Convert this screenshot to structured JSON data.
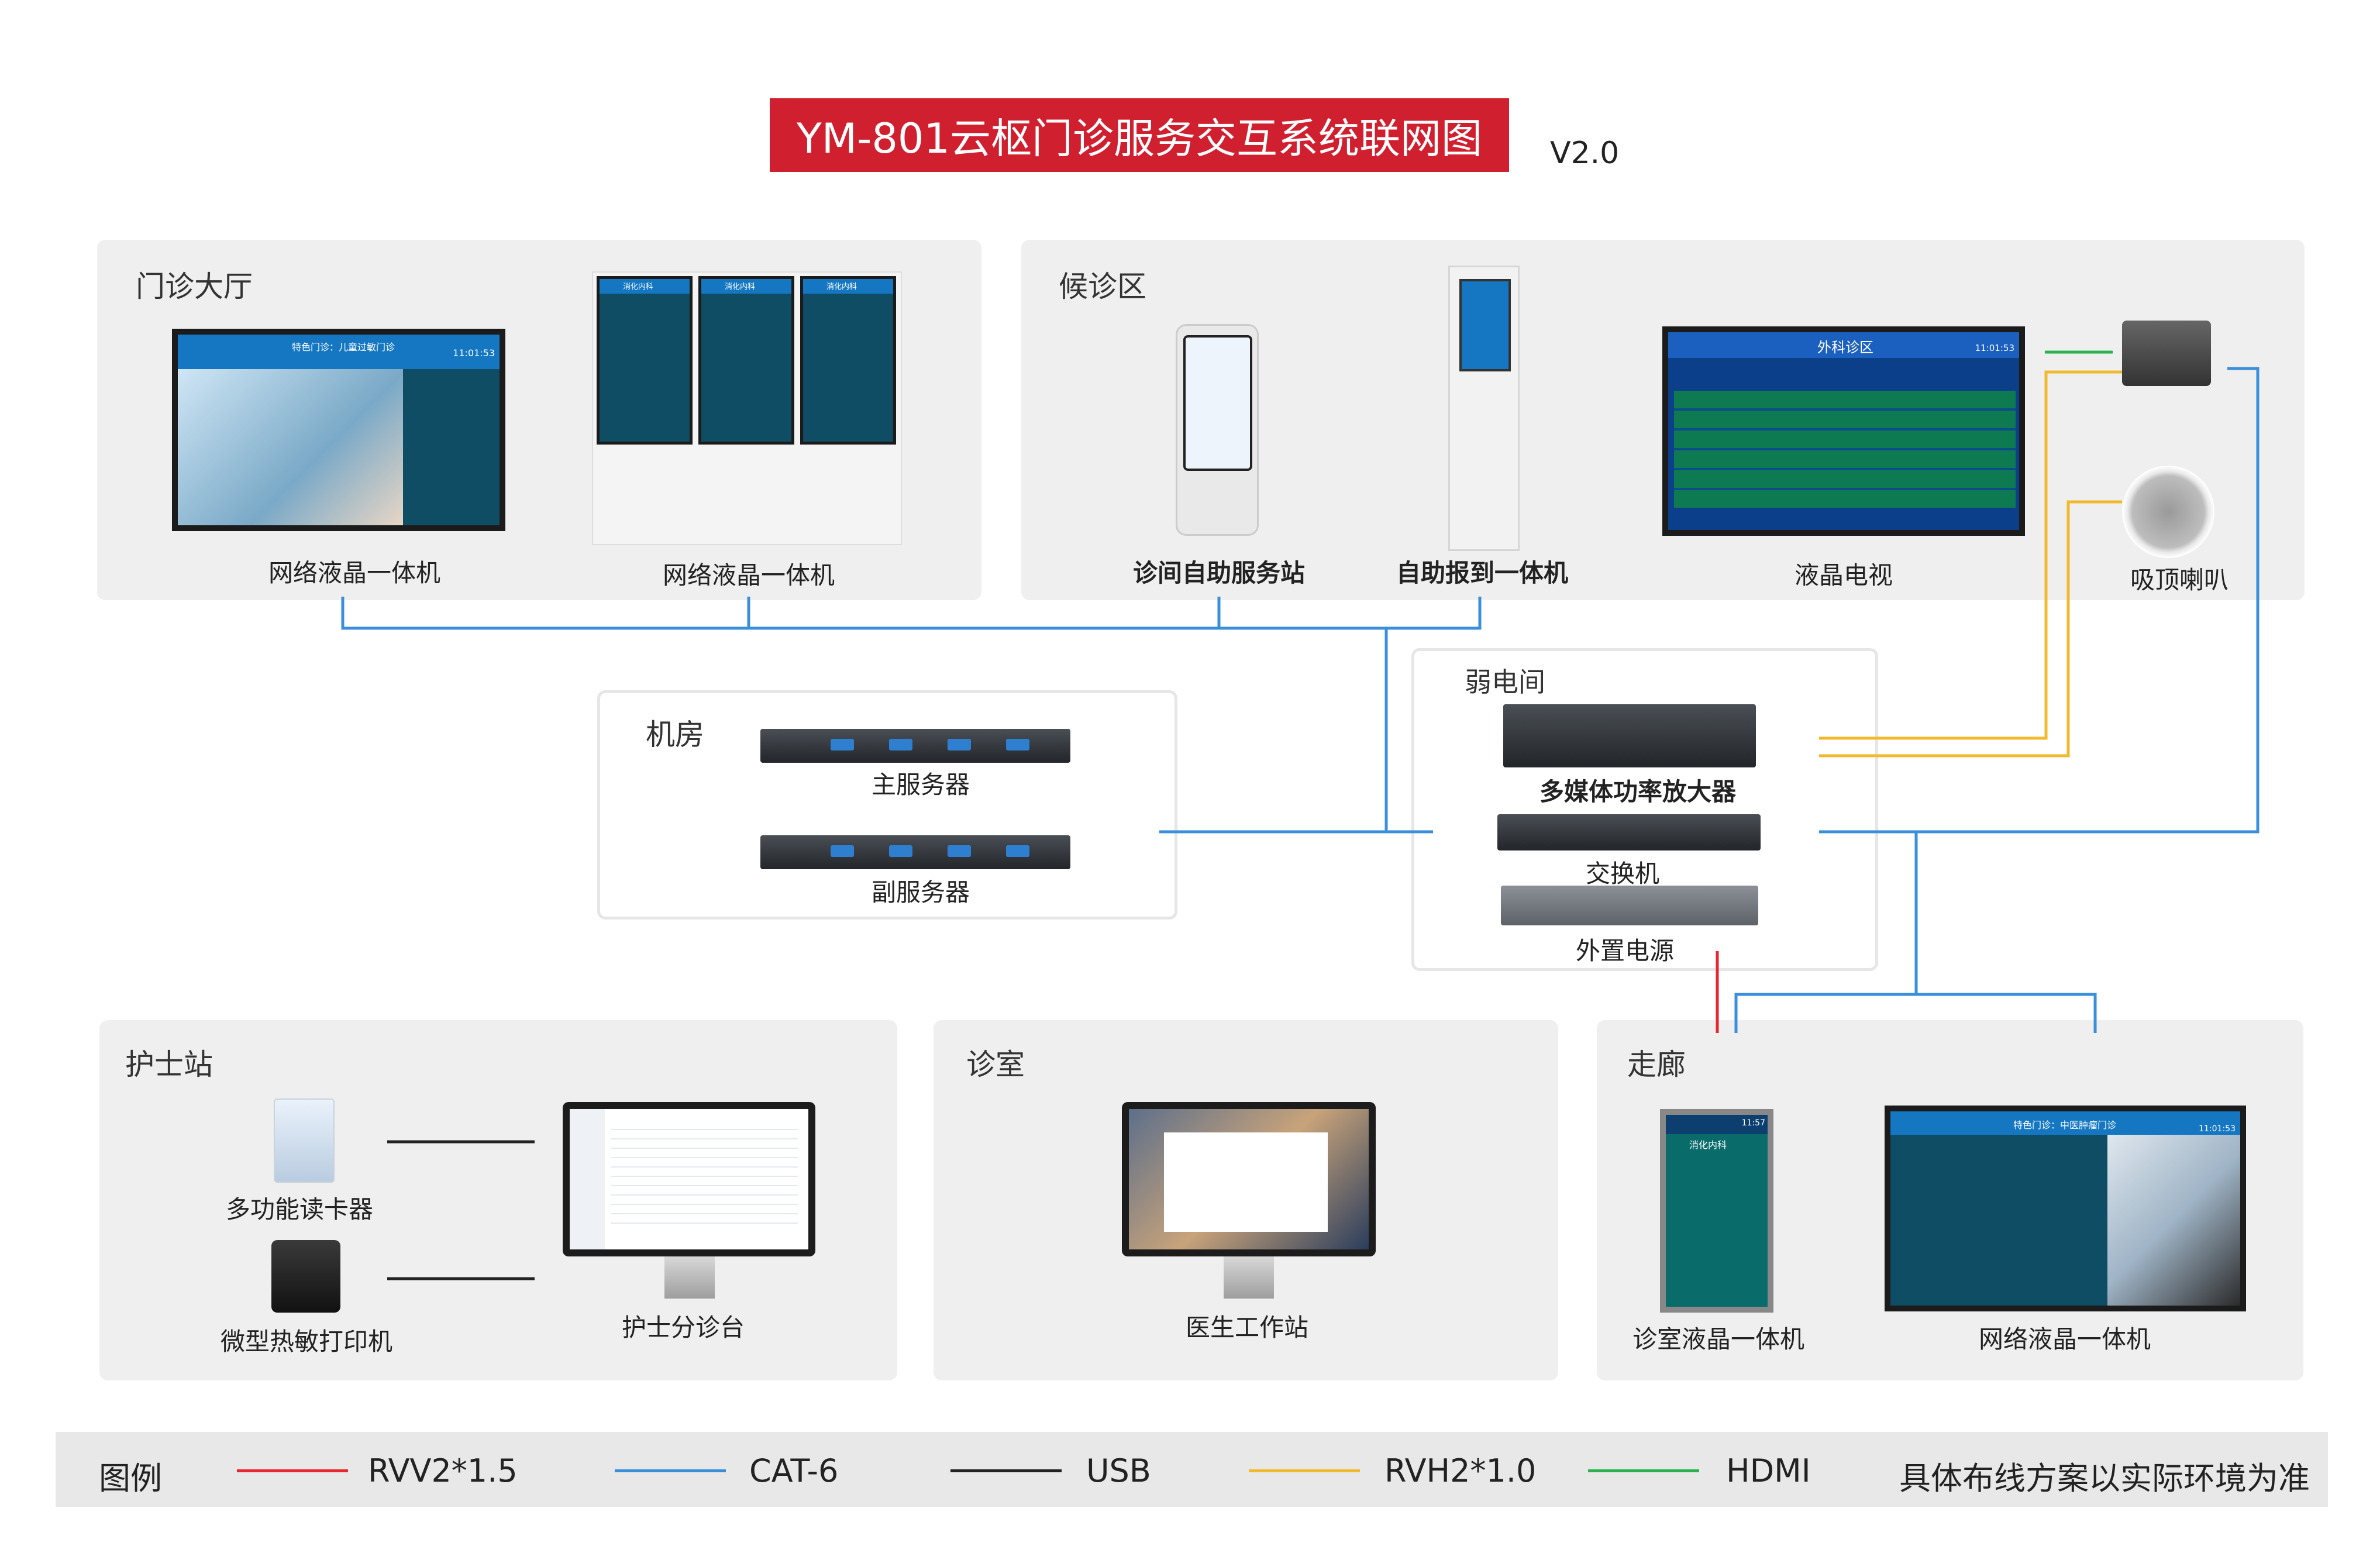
{
  "title": "YM-801云枢门诊服务交互系统联网图",
  "version": "V2.0",
  "zones": {
    "lobby": "门诊大厅",
    "waiting": "候诊区",
    "machine_room": "机房",
    "weak_room": "弱电间",
    "nurse_station": "护士站",
    "consult_room": "诊室",
    "corridor": "走廊"
  },
  "devices": {
    "lobby_lcd_1": "网络液晶一体机",
    "lobby_lcd_2": "网络液晶一体机",
    "kiosk": "诊间自助服务站",
    "checkin": "自助报到一体机",
    "lcd_tv": "液晶电视",
    "ceiling_speaker": "吸顶喇叭",
    "main_server": "主服务器",
    "backup_server": "副服务器",
    "amplifier": "多媒体功率放大器",
    "switch": "交换机",
    "power": "外置电源",
    "card_reader": "多功能读卡器",
    "printer": "微型热敏打印机",
    "triage": "护士分诊台",
    "doctor_ws": "医生工作站",
    "room_lcd": "诊室液晶一体机",
    "corridor_lcd": "网络液晶一体机"
  },
  "screen_text": {
    "lobby_header": "特色门诊：儿童过敏门诊",
    "lobby_time": "11:01:53",
    "dept": "消化内科",
    "dept_time": "11:57",
    "tv_header": "外科诊区",
    "tv_time": "11:01:53",
    "corridor_header": "特色门诊：中医肿瘤门诊",
    "corridor_time": "11:01:53"
  },
  "legend": {
    "label": "图例",
    "items": [
      {
        "name": "RVV2*1.5",
        "color": "#e8262d"
      },
      {
        "name": "CAT-6",
        "color": "#3a8fdc"
      },
      {
        "name": "USB",
        "color": "#222222"
      },
      {
        "name": "RVH2*1.0",
        "color": "#f2b92c"
      },
      {
        "name": "HDMI",
        "color": "#2bb24c"
      }
    ],
    "note": "具体布线方案以实际环境为准"
  }
}
